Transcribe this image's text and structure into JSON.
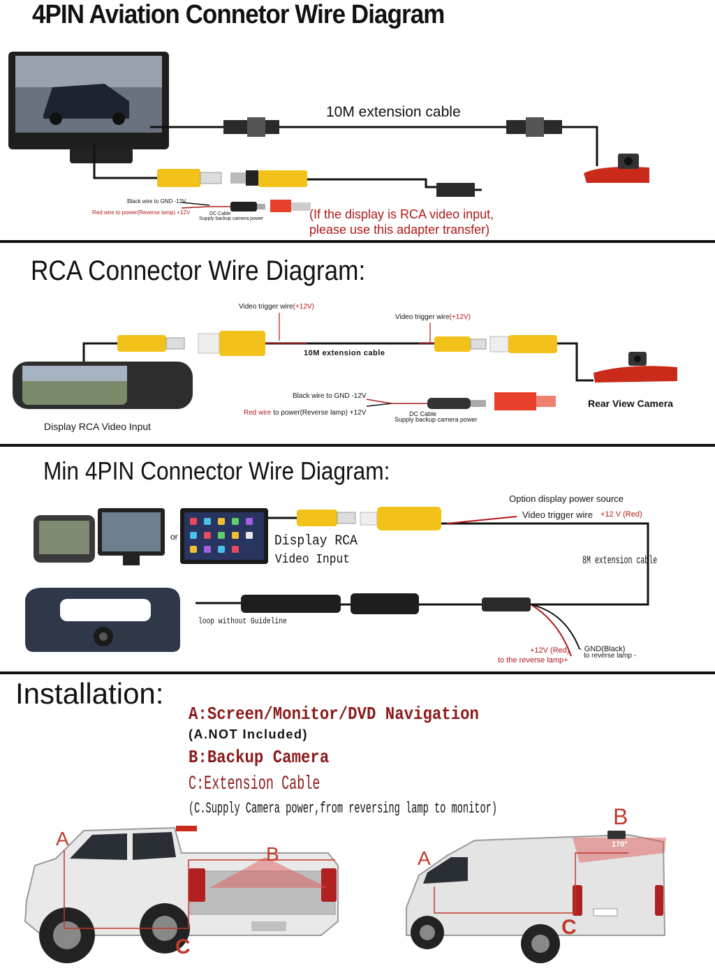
{
  "section1": {
    "title": "4PIN Aviation Connetor Wire Diagram",
    "cable_label": "10M extension cable",
    "black_wire": "Black wire to GND -12V",
    "red_wire": "Red wire to power(Reverse lamp) +12V",
    "dc_cable_1": "DC Cable",
    "dc_cable_2": "Supply backup camera power",
    "note_1": "(If the display is RCA video input,",
    "note_2": "please use this adapter transfer)"
  },
  "section2": {
    "title": "RCA Connector Wire Diagram:",
    "trigger_left": "Video trigger wire",
    "trigger_left_v": "(+12V)",
    "trigger_right": "Video trigger wire",
    "trigger_right_v": "(+12V)",
    "cable_label": "10M extension cable",
    "black_wire": "Black wire to GND -12V",
    "red_wire_prefix": "Red wire",
    "red_wire_rest": " to power(Reverse lamp) +12V",
    "dc_cable_1": "DC Cable",
    "dc_cable_2": "Supply backup camera power",
    "camera_label": "Rear View Camera",
    "display_label": "Display RCA Video Input"
  },
  "section3": {
    "title": "Min 4PIN Connector Wire Diagram:",
    "or_label": "or",
    "display_label_1": "Display RCA",
    "display_label_2": "Video Input",
    "option_power": "Option display power source",
    "trigger": "Video trigger wire",
    "trigger_v": "+12 V (Red)",
    "extension": "8M extension cable",
    "loop": "loop without Guideline",
    "plus12_1": "+12V (Red)",
    "plus12_2": "to the reverse lamp+",
    "gnd_1": "- GND(Black)",
    "gnd_2": "to reverse lamp -"
  },
  "installation": {
    "title": "Installation:",
    "a_line": "A:Screen/Monitor/DVD Navigation",
    "a_note": "(A.NOT Included)",
    "b_line": "B:Backup Camera",
    "c_line": "C:Extension Cable",
    "c_note": "(C.Supply Camera power,from reversing lamp to monitor)",
    "truck_a": "A",
    "truck_b": "B",
    "truck_c": "C",
    "van_a": "A",
    "van_b": "B",
    "van_c": "C",
    "van_angle": "170°"
  },
  "colors": {
    "rca_yellow": "#f2c21a",
    "rca_red": "#e8402a",
    "camera_red": "#c92a1a",
    "annotation_red": "#b01818"
  }
}
